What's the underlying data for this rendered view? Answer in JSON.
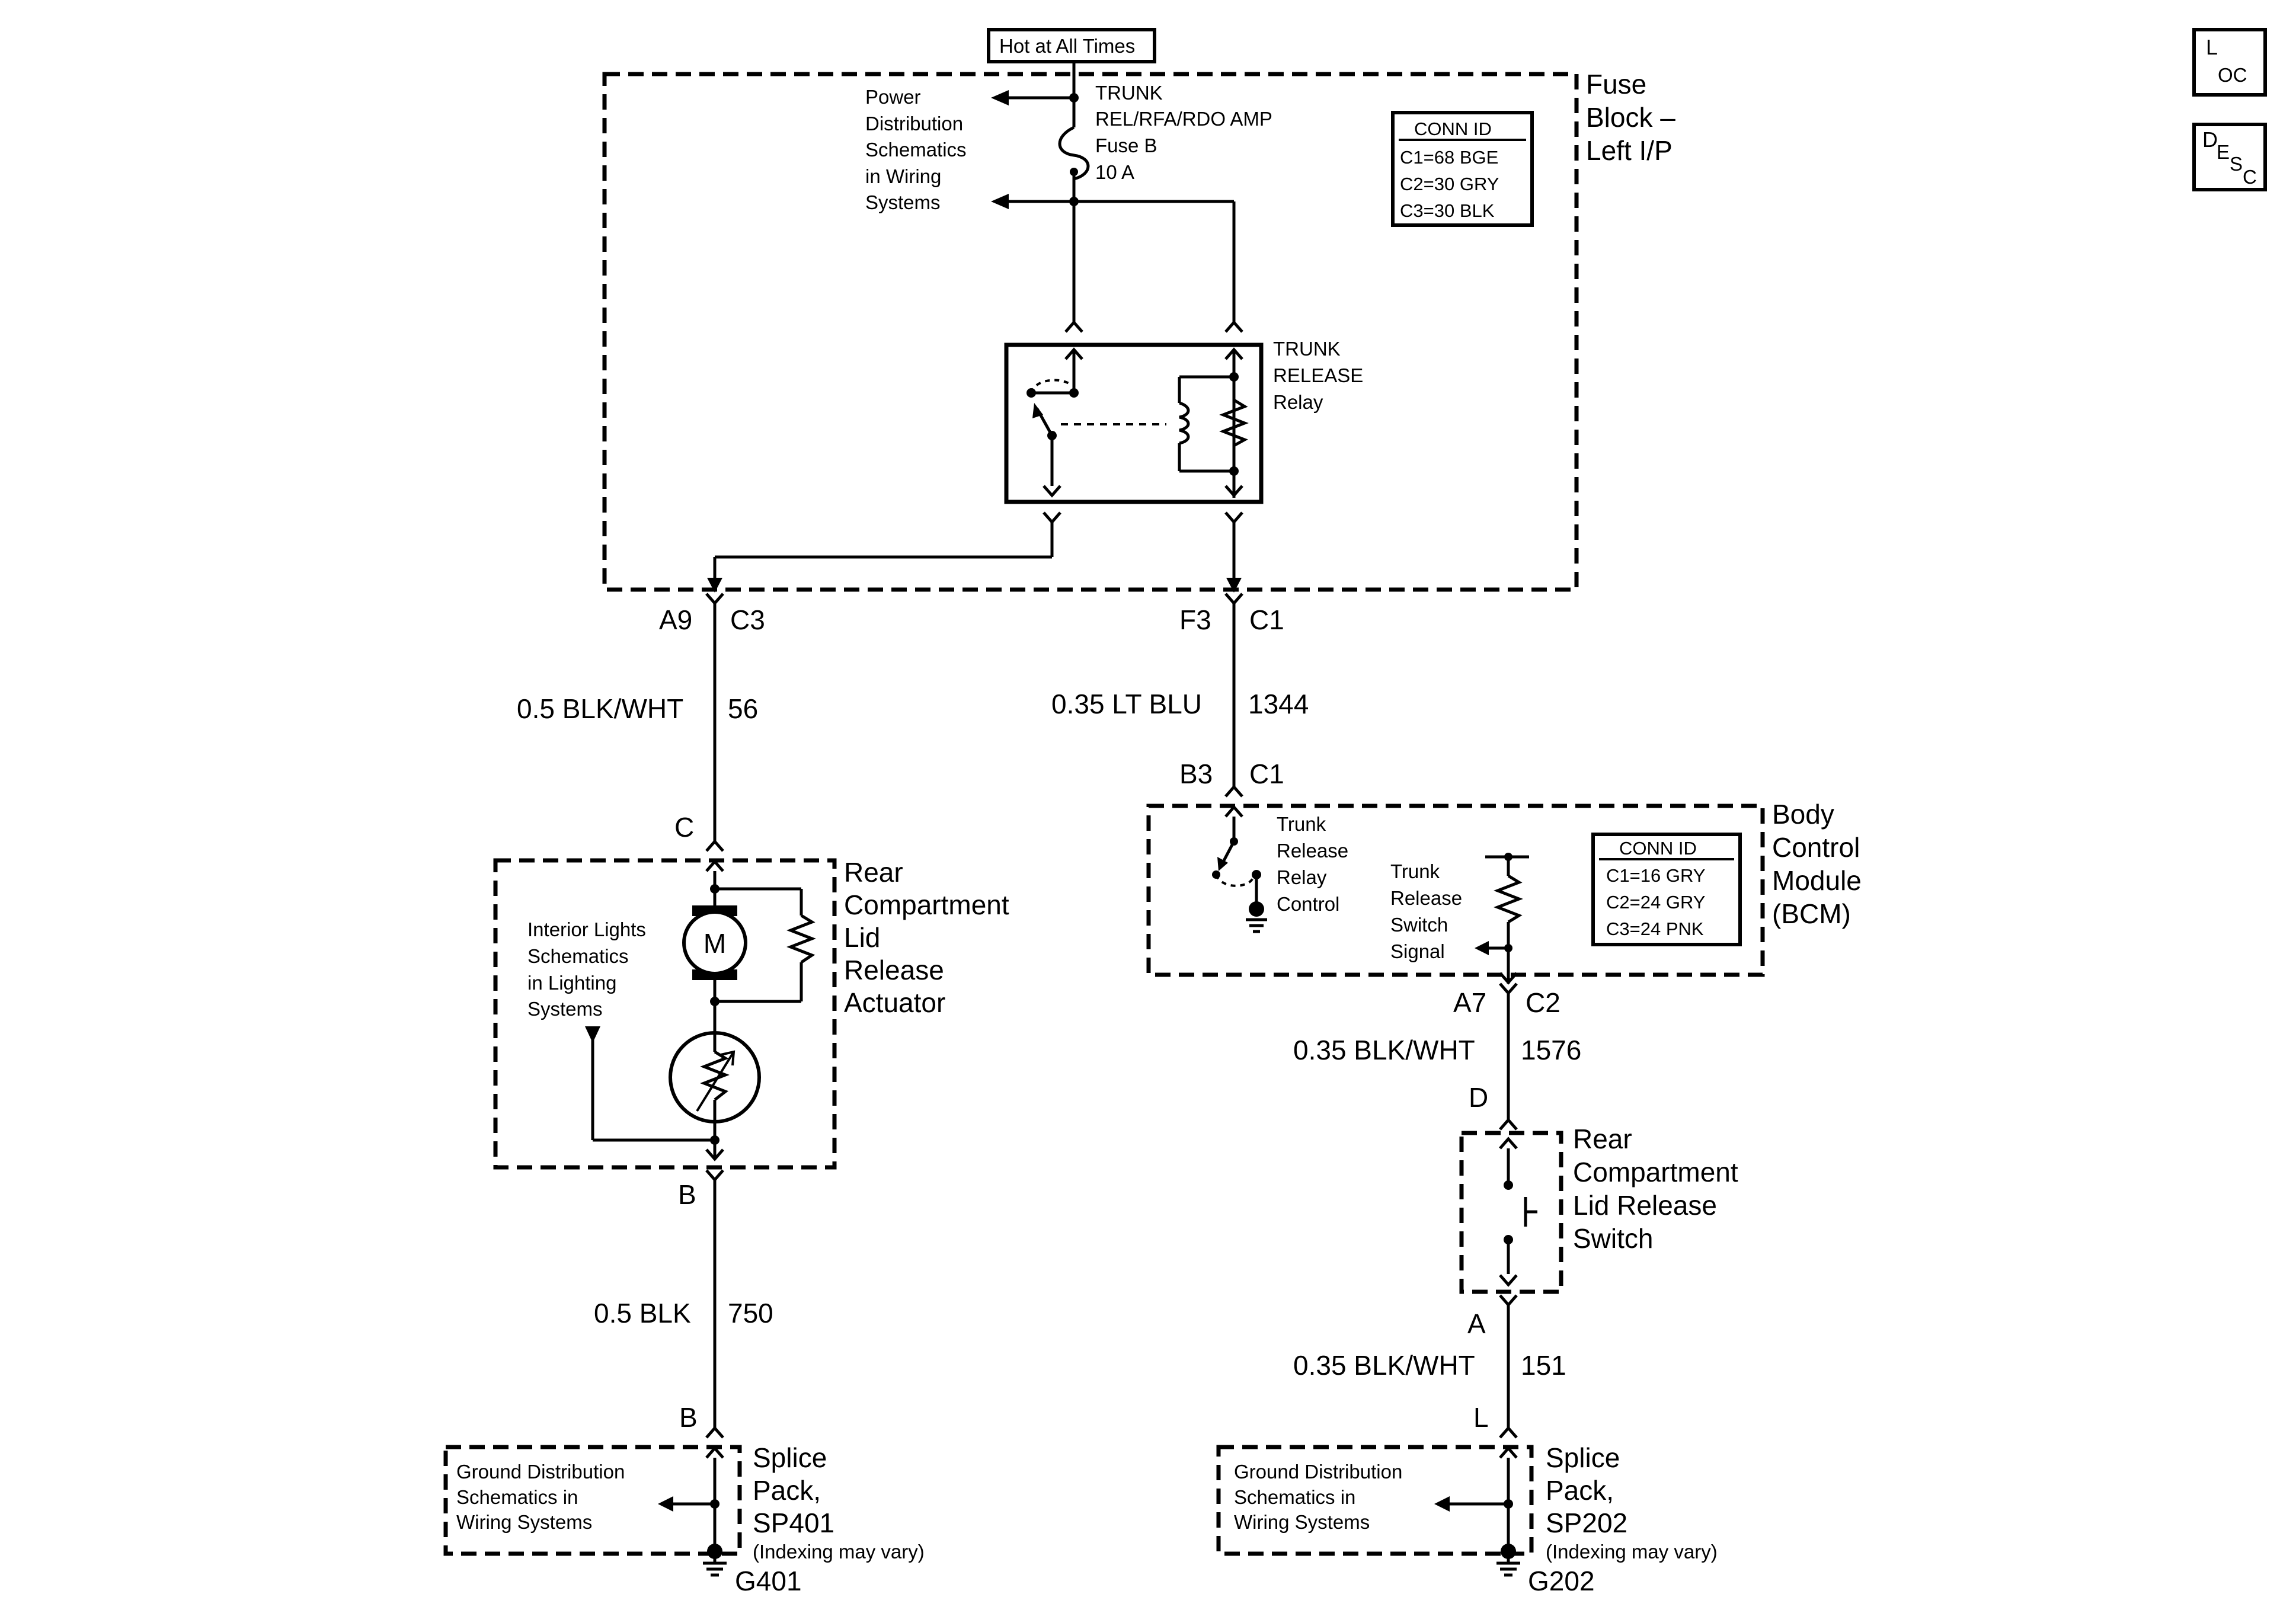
{
  "hot": {
    "label": "Hot at All Times"
  },
  "badges": {
    "loc": {
      "big": "L",
      "small": "OC"
    },
    "desc": {
      "big": "D",
      "small1": "E",
      "small2": "S",
      "small3": "C"
    }
  },
  "fuse_block": {
    "name": [
      "Fuse",
      "Block –",
      "Left I/P"
    ],
    "power_ref": [
      "Power",
      "Distribution",
      "Schematics",
      "in Wiring",
      "Systems"
    ],
    "fuse": [
      "TRUNK",
      "REL/RFA/RDO AMP",
      "Fuse B",
      "10 A"
    ],
    "conn_title": "CONN ID",
    "conn": [
      "C1=68 BGE",
      "C2=30 GRY",
      "C3=30 BLK"
    ],
    "relay": [
      "TRUNK",
      "RELEASE",
      "Relay"
    ]
  },
  "connectors": {
    "a9": "A9",
    "c3": "C3",
    "f3": "F3",
    "c1_top": "C1",
    "b3": "B3",
    "c1_bcm": "C1",
    "a7": "A7",
    "c2": "C2",
    "c_act": "C",
    "b_act": "B",
    "b_sp": "B",
    "d_sw": "D",
    "a_sw": "A",
    "l_sp": "L"
  },
  "wires": {
    "w56": {
      "gauge": "0.5 BLK/WHT",
      "circuit": "56"
    },
    "w1344": {
      "gauge": "0.35 LT BLU",
      "circuit": "1344"
    },
    "w1576": {
      "gauge": "0.35 BLK/WHT",
      "circuit": "1576"
    },
    "w750": {
      "gauge": "0.5 BLK",
      "circuit": "750"
    },
    "w151": {
      "gauge": "0.35 BLK/WHT",
      "circuit": "151"
    }
  },
  "actuator": {
    "name": [
      "Rear",
      "Compartment",
      "Lid",
      "Release",
      "Actuator"
    ],
    "motor": "M",
    "ref": [
      "Interior Lights",
      "Schematics",
      "in Lighting",
      "Systems"
    ]
  },
  "bcm": {
    "name": [
      "Body",
      "Control",
      "Module",
      "(BCM)"
    ],
    "relay_ctrl": [
      "Trunk",
      "Release",
      "Relay",
      "Control"
    ],
    "switch_sig": [
      "Trunk",
      "Release",
      "Switch",
      "Signal"
    ],
    "conn_title": "CONN ID",
    "conn": [
      "C1=16 GRY",
      "C2=24 GRY",
      "C3=24 PNK"
    ]
  },
  "lid_switch": {
    "name": [
      "Rear",
      "Compartment",
      "Lid Release",
      "Switch"
    ]
  },
  "splice_left": {
    "ref": [
      "Ground Distribution",
      "Schematics in",
      "Wiring Systems"
    ],
    "name": [
      "Splice",
      "Pack,",
      "SP401"
    ],
    "note": "(Indexing may vary)",
    "ground": "G401"
  },
  "splice_right": {
    "ref": [
      "Ground Distribution",
      "Schematics in",
      "Wiring Systems"
    ],
    "name": [
      "Splice",
      "Pack,",
      "SP202"
    ],
    "note": "(Indexing may vary)",
    "ground": "G202"
  }
}
